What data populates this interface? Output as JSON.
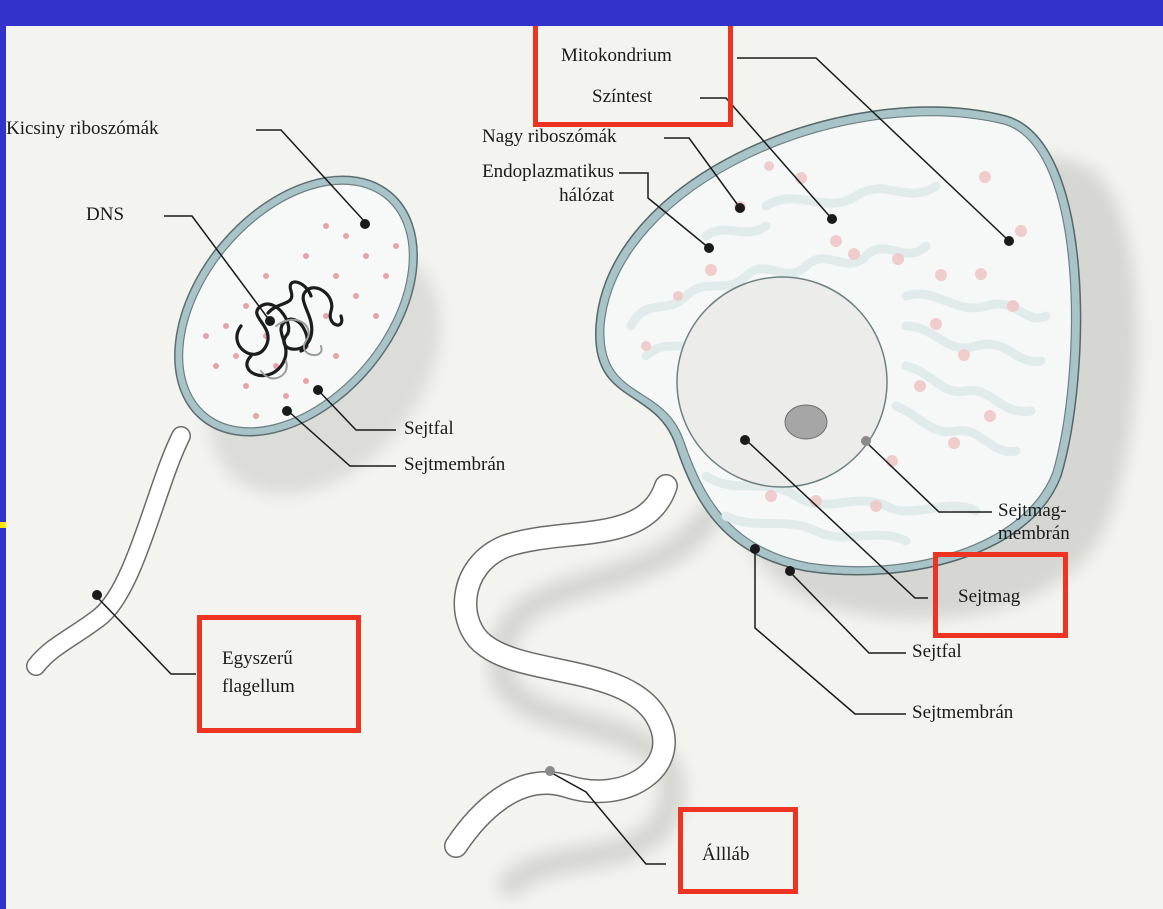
{
  "labels": {
    "kicsiny_riboszomak": "Kicsiny riboszómák",
    "dns": "DNS",
    "sejtfal_left": "Sejtfal",
    "sejtmembran_left": "Sejtmembrán",
    "egyszeru_flagellum_line1": "Egyszerű",
    "egyszeru_flagellum_line2": "flagellum",
    "mitokondrium": "Mitokondrium",
    "szintest": "Színtest",
    "nagy_riboszomak": "Nagy riboszómák",
    "endoplazmatikus_line1": "Endoplazmatikus",
    "endoplazmatikus_line2": "hálózat",
    "sejtmag_membran_line1": "Sejtmag-",
    "sejtmag_membran_line2": "membrán",
    "sejtmag": "Sejtmag",
    "sejtfal_right": "Sejtfal",
    "sejtmembran_right": "Sejtmembrán",
    "allab": "Állláb"
  },
  "colors": {
    "background": "#3333cc",
    "paper": "#f3f3ef",
    "highlight": "#ee3322",
    "cell_wall": "#a9c4c8",
    "ribosome": "#e7a4a4"
  }
}
